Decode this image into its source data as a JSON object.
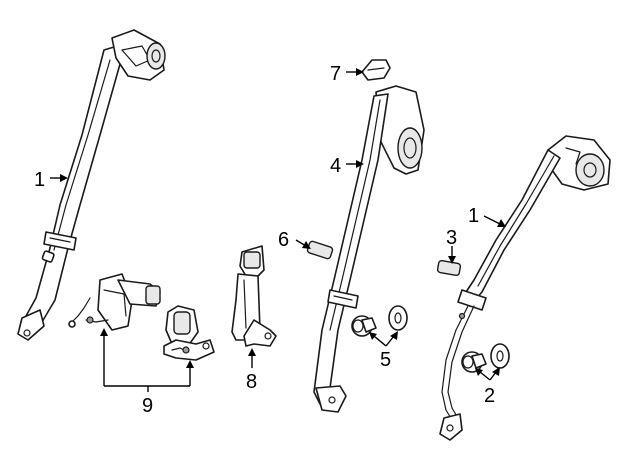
{
  "diagram": {
    "callouts": [
      {
        "id": "left-belt",
        "label": "1"
      },
      {
        "id": "right-belt",
        "label": "1"
      },
      {
        "id": "anchor-bolts",
        "label": "2"
      },
      {
        "id": "small-guide-right",
        "label": "3"
      },
      {
        "id": "center-belt",
        "label": "4"
      },
      {
        "id": "center-bolts",
        "label": "5"
      },
      {
        "id": "small-guide-center",
        "label": "6"
      },
      {
        "id": "top-cover",
        "label": "7"
      },
      {
        "id": "single-buckle",
        "label": "8"
      },
      {
        "id": "double-buckle",
        "label": "9"
      }
    ]
  }
}
